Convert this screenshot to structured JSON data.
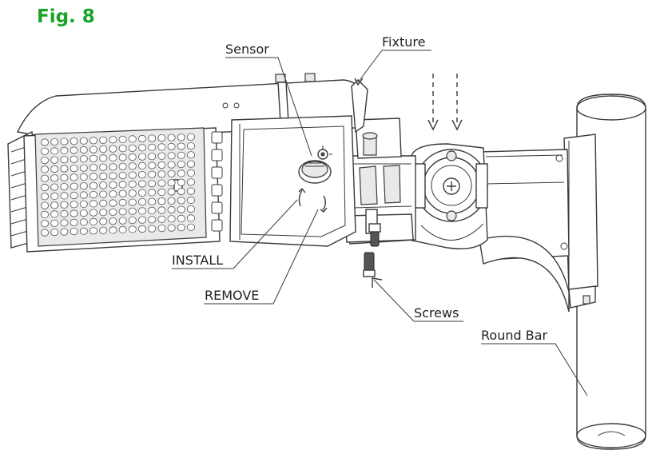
{
  "figure": {
    "title": "Fig. 8",
    "title_color": "#1aa329"
  },
  "labels": {
    "sensor": "Sensor",
    "fixture": "Fixture",
    "install": "INSTALL",
    "remove": "REMOVE",
    "screws": "Screws",
    "round_bar": "Round Bar"
  }
}
